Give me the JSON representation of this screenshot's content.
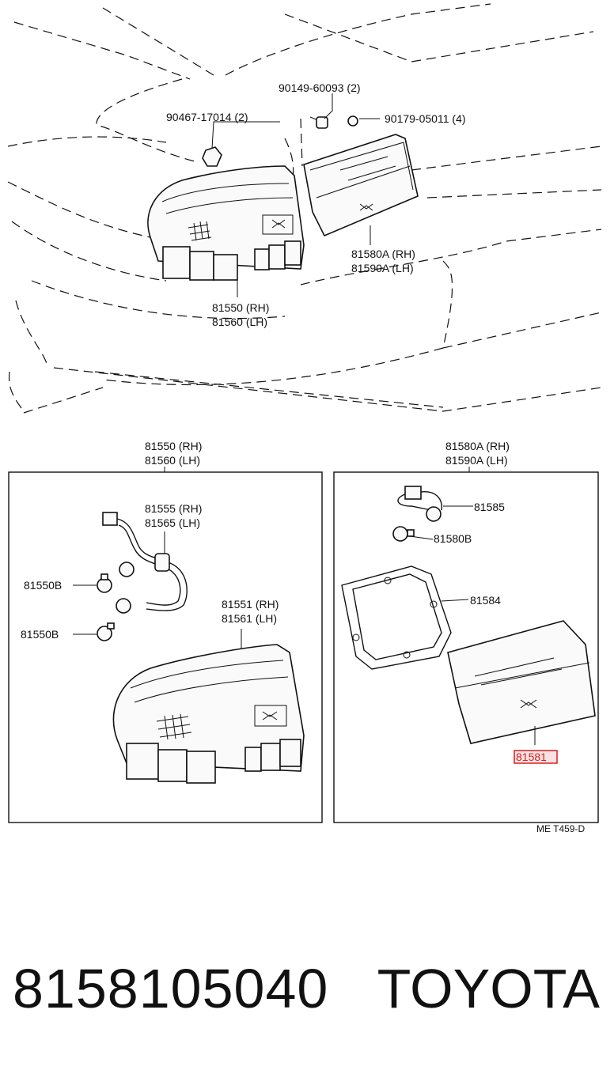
{
  "callouts": {
    "screw_a": "90149-60093 (2)",
    "nut_a": "90467-17014 (2)",
    "nut_b": "90179-05011 (4)",
    "garnish_rh": "81580A (RH)",
    "garnish_lh": "81590A (LH)",
    "lamp_rh": "81550 (RH)",
    "lamp_lh": "81560 (LH)"
  },
  "left_box": {
    "header_rh": "81550 (RH)",
    "header_lh": "81560 (LH)",
    "socket_rh": "81555 (RH)",
    "socket_lh": "81565 (LH)",
    "bulb_1": "81550B",
    "bulb_2": "81550B",
    "lens_rh": "81551 (RH)",
    "lens_lh": "81561 (LH)"
  },
  "right_box": {
    "header_rh": "81580A (RH)",
    "header_lh": "81590A (LH)",
    "socket": "81585",
    "bulb": "81580B",
    "gasket": "81584",
    "lens_highlighted": "81581"
  },
  "figure_code": "ME T459-D",
  "footer": {
    "part_number": "8158105040",
    "brand": "TOYOTA"
  },
  "colors": {
    "line": "#111111",
    "highlight_border": "#d62020",
    "highlight_fill": "#fbe2e2",
    "background": "#ffffff"
  }
}
